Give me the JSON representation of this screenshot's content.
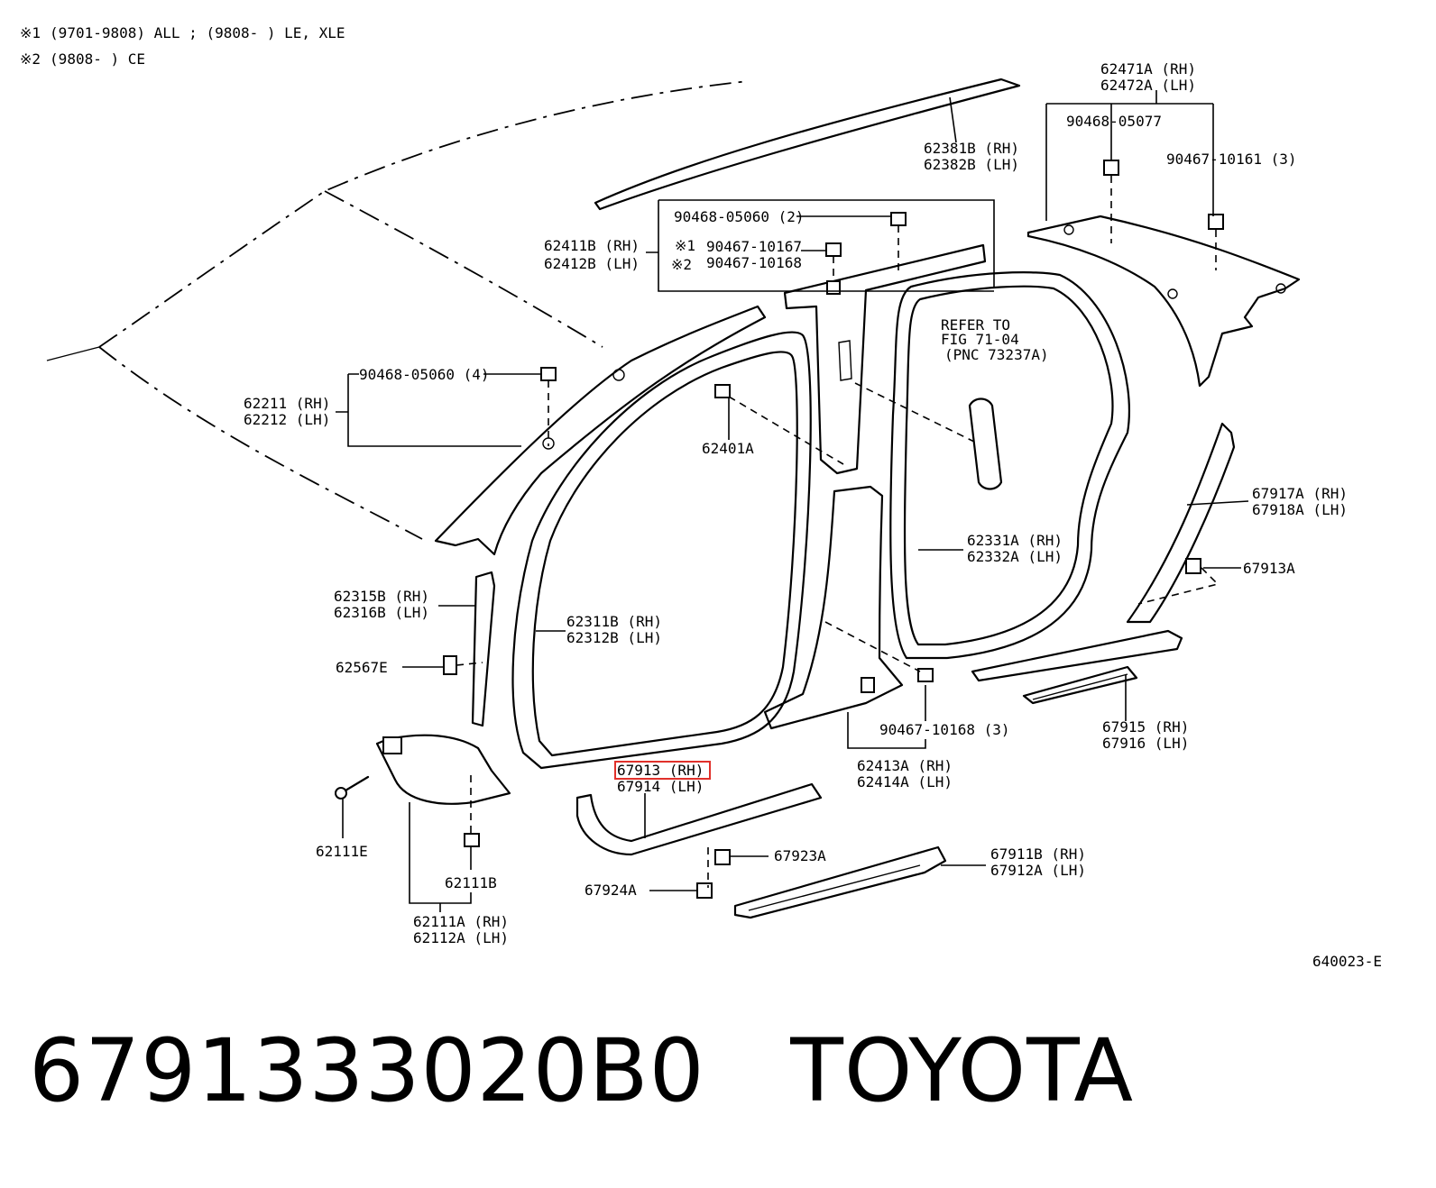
{
  "notes": [
    {
      "mark": "※1",
      "text": "(9701-9808) ALL ; (9808-      ) LE, XLE"
    },
    {
      "mark": "※2",
      "text": "(9808-      ) CE"
    }
  ],
  "labels": {
    "p62471a": "62471A (RH)",
    "p62472a": "62472A (LH)",
    "p90468_05077": "90468-05077",
    "p90467_10161": "90467-10161 (3)",
    "p62381b": "62381B (RH)",
    "p62382b": "62382B (LH)",
    "p90468_05060_2": "90468-05060 (2)",
    "p62411b": "62411B (RH)",
    "p62412b": "62412B (LH)",
    "mark1": "※1",
    "mark2": "※2",
    "p90467_10167": "90467-10167",
    "p90467_10168": "90467-10168",
    "refer1": "REFER TO",
    "refer2": "FIG 71-04",
    "refer3": "(PNC 73237A)",
    "p90468_05060_4": "90468-05060 (4)",
    "p62211": "62211 (RH)",
    "p62212": "62212 (LH)",
    "p62401a": "62401A",
    "p67917a": "67917A (RH)",
    "p67918a": "67918A (LH)",
    "p62331a": "62331A (RH)",
    "p62332a": "62332A (LH)",
    "p67913a": "67913A",
    "p62315b": "62315B (RH)",
    "p62316b": "62316B (LH)",
    "p62311b": "62311B (RH)",
    "p62312b": "62312B (LH)",
    "p62567e": "62567E",
    "p90467_10168_3": "90467-10168 (3)",
    "p67915": "67915 (RH)",
    "p67916": "67916 (LH)",
    "p62413a": "62413A (RH)",
    "p62414a": "62414A (LH)",
    "p67913": "67913 (RH)",
    "p67914": "67914 (LH)",
    "p62111e": "62111E",
    "p67923a": "67923A",
    "p67911b": "67911B (RH)",
    "p67912a": "67912A (LH)",
    "p62111b": "62111B",
    "p67924a": "67924A",
    "p62111a": "62111A (RH)",
    "p62112a": "62112A (LH)",
    "fig_code": "640023-E"
  },
  "highlight": "67913 (RH)",
  "colors": {
    "highlight": "#e0302a",
    "ink": "#000000"
  },
  "caption": {
    "part_number": "6791333020B0",
    "brand": "TOYOTA"
  }
}
